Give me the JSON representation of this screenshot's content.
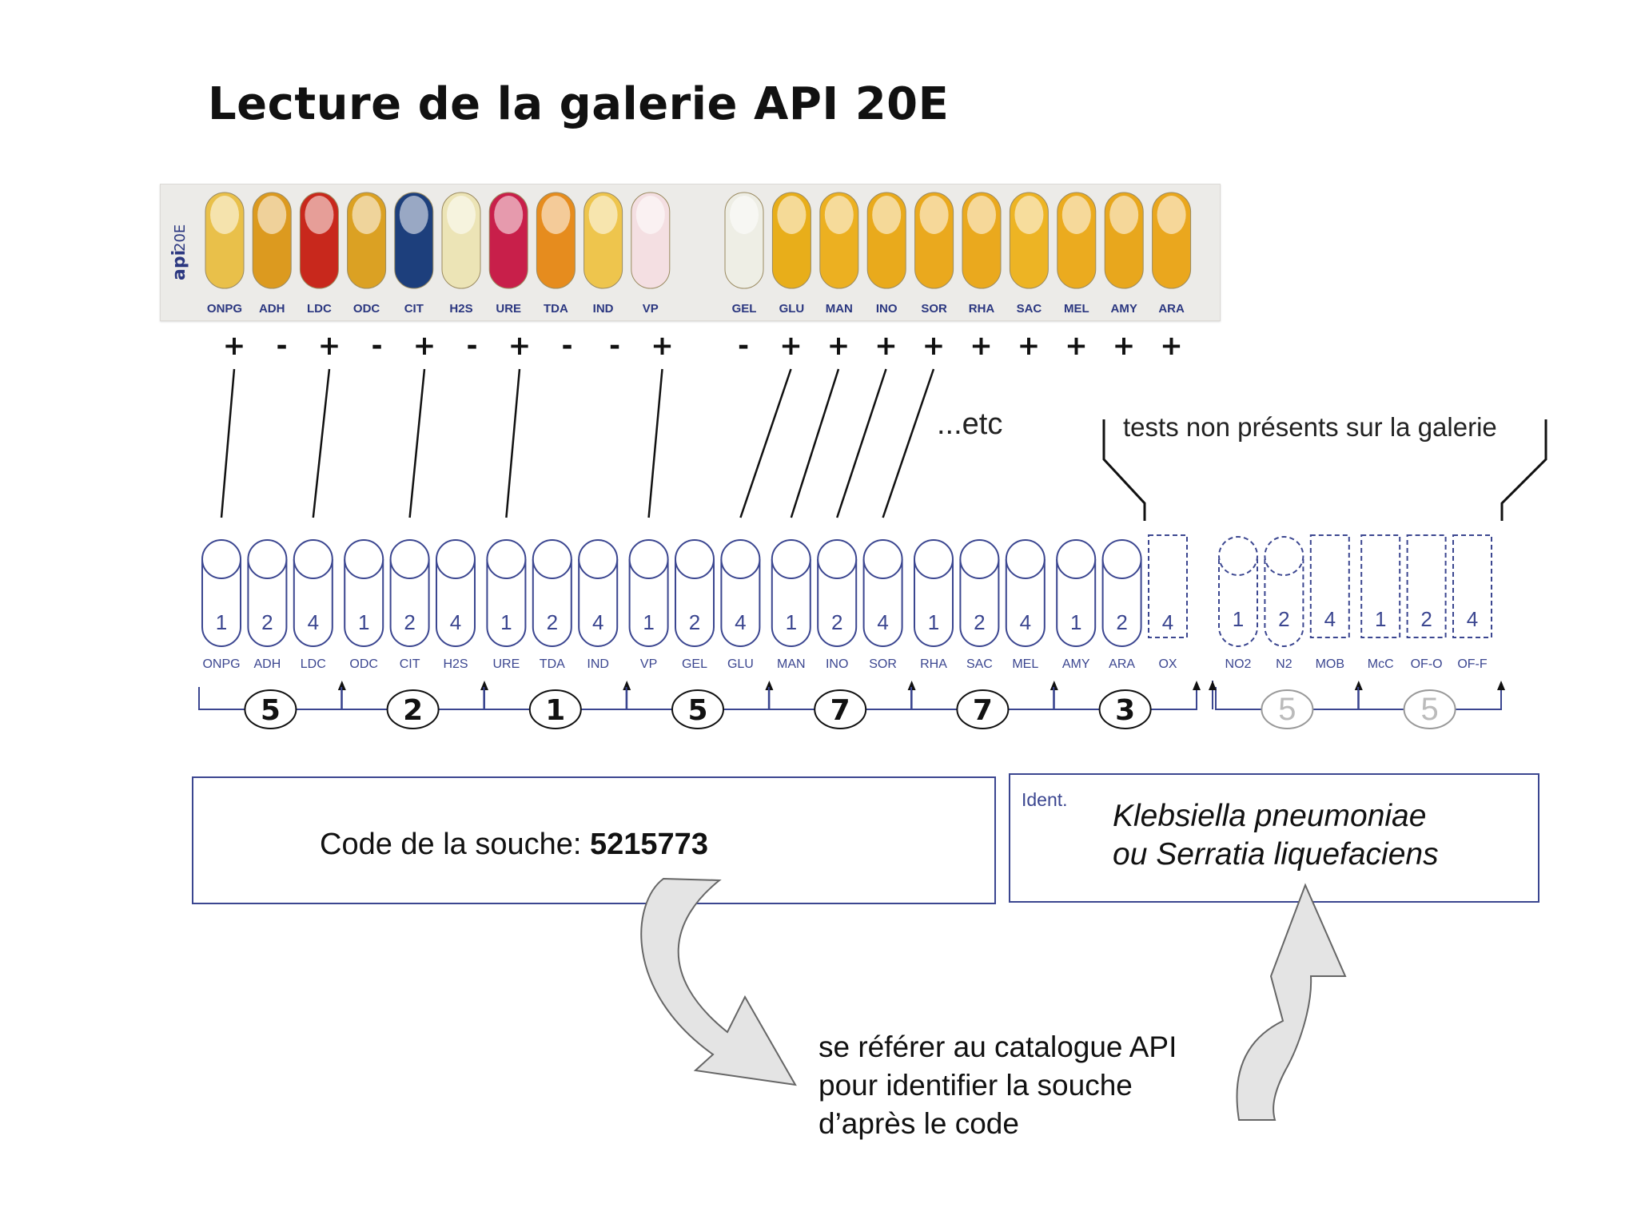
{
  "title": "Lecture de la galerie API 20E",
  "strip": {
    "brand": "api",
    "model": "20E",
    "tests": [
      {
        "label": "ONPG",
        "color": "#e9c04a",
        "result": "+"
      },
      {
        "label": "ADH",
        "color": "#dc9a1f",
        "result": "-"
      },
      {
        "label": "LDC",
        "color": "#c8281c",
        "result": "+"
      },
      {
        "label": "ODC",
        "color": "#dba123",
        "result": "-"
      },
      {
        "label": "CIT",
        "color": "#1d3f7c",
        "result": "+"
      },
      {
        "label": "H2S",
        "color": "#ece4b6",
        "result": "-"
      },
      {
        "label": "URE",
        "color": "#c81f4a",
        "result": "+"
      },
      {
        "label": "TDA",
        "color": "#e68c1e",
        "result": "-"
      },
      {
        "label": "IND",
        "color": "#eec54d",
        "result": "-"
      },
      {
        "label": "VP",
        "color": "#f4dfe2",
        "result": "+"
      },
      {
        "label": "GEL",
        "color": "#eeeee5",
        "result": "-"
      },
      {
        "label": "GLU",
        "color": "#e8ae1a",
        "result": "+"
      },
      {
        "label": "MAN",
        "color": "#ecb021",
        "result": "+"
      },
      {
        "label": "INO",
        "color": "#e9aa1c",
        "result": "+"
      },
      {
        "label": "SOR",
        "color": "#eaa91e",
        "result": "+"
      },
      {
        "label": "RHA",
        "color": "#eaa91e",
        "result": "+"
      },
      {
        "label": "SAC",
        "color": "#edb424",
        "result": "+"
      },
      {
        "label": "MEL",
        "color": "#ebab1f",
        "result": "+"
      },
      {
        "label": "AMY",
        "color": "#e8a71d",
        "result": "+"
      },
      {
        "label": "ARA",
        "color": "#eaa71e",
        "result": "+"
      }
    ]
  },
  "etc": "...etc",
  "not_present_label": "tests non présents sur la galerie",
  "scheme": {
    "wells": [
      {
        "num": "1",
        "label": "ONPG"
      },
      {
        "num": "2",
        "label": "ADH"
      },
      {
        "num": "4",
        "label": "LDC"
      },
      {
        "num": "1",
        "label": "ODC"
      },
      {
        "num": "2",
        "label": "CIT"
      },
      {
        "num": "4",
        "label": "H2S"
      },
      {
        "num": "1",
        "label": "URE"
      },
      {
        "num": "2",
        "label": "TDA"
      },
      {
        "num": "4",
        "label": "IND"
      },
      {
        "num": "1",
        "label": "VP"
      },
      {
        "num": "2",
        "label": "GEL"
      },
      {
        "num": "4",
        "label": "GLU"
      },
      {
        "num": "1",
        "label": "MAN"
      },
      {
        "num": "2",
        "label": "INO"
      },
      {
        "num": "4",
        "label": "SOR"
      },
      {
        "num": "1",
        "label": "RHA"
      },
      {
        "num": "2",
        "label": "SAC"
      },
      {
        "num": "4",
        "label": "MEL"
      },
      {
        "num": "1",
        "label": "AMY"
      },
      {
        "num": "2",
        "label": "ARA"
      },
      {
        "num": "4",
        "label": "OX"
      }
    ],
    "extra_wells": [
      {
        "num": "1",
        "label": "NO2"
      },
      {
        "num": "2",
        "label": "N2"
      },
      {
        "num": "4",
        "label": "MOB"
      },
      {
        "num": "1",
        "label": "McC"
      },
      {
        "num": "2",
        "label": "OF-O"
      },
      {
        "num": "4",
        "label": "OF-F"
      }
    ],
    "group_sums": [
      "5",
      "2",
      "1",
      "5",
      "7",
      "7",
      "3"
    ],
    "extra_group_sums": [
      "5",
      "5"
    ]
  },
  "code": {
    "label": "Code de la souche:",
    "value": "5215773"
  },
  "ident": {
    "label": "Ident.",
    "line1": "Klebsiella pneumoniae",
    "line2": "ou Serratia liquefaciens"
  },
  "catalog_text": [
    "se référer au catalogue API",
    "pour identifier la souche",
    "d’après le code"
  ],
  "colors": {
    "scheme_line": "#3b4690",
    "arrow_fill": "#e4e4e4",
    "arrow_stroke": "#666666"
  }
}
